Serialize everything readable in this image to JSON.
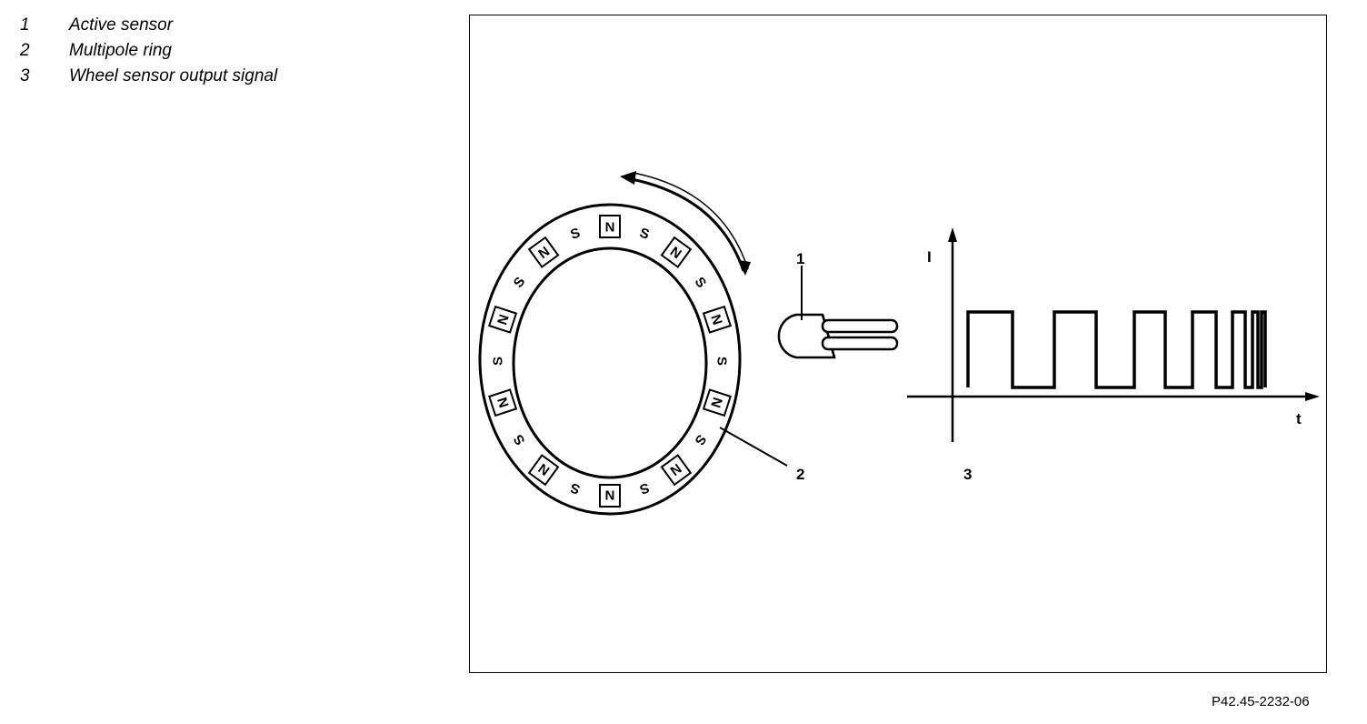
{
  "legend": {
    "items": [
      {
        "num": "1",
        "label": "Active sensor"
      },
      {
        "num": "2",
        "label": "Multipole ring"
      },
      {
        "num": "3",
        "label": "Wheel sensor output signal"
      }
    ]
  },
  "figure": {
    "id": "P42.45-2232-06",
    "callouts": {
      "sensor": "1",
      "ring": "2",
      "signal": "3"
    },
    "axis": {
      "y": "I",
      "x": "t"
    },
    "ring_poles": [
      "N",
      "S",
      "N",
      "S",
      "N",
      "S",
      "N",
      "S",
      "N",
      "S",
      "N",
      "S",
      "N",
      "S",
      "N",
      "S",
      "N",
      "S",
      "N",
      "S"
    ]
  }
}
